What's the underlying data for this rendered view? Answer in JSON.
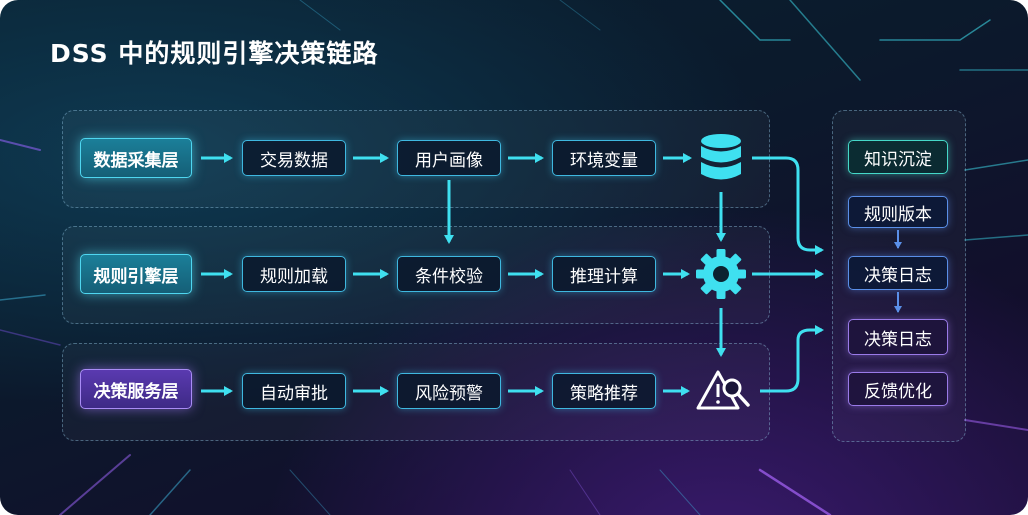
{
  "title": "DSS 中的规则引擎决策链路",
  "layers": [
    {
      "label": "数据采集层",
      "steps": [
        "交易数据",
        "用户画像",
        "环境变量"
      ],
      "end_icon": "database-icon"
    },
    {
      "label": "规则引擎层",
      "steps": [
        "规则加载",
        "条件校验",
        "推理计算"
      ],
      "end_icon": "gear-icon"
    },
    {
      "label": "决策服务层",
      "steps": [
        "自动审批",
        "风险预警",
        "策略推荐"
      ],
      "end_icon": "warning-search-icon"
    }
  ],
  "side_panel": [
    "知识沉淀",
    "规则版本",
    "决策日志",
    "决策日志",
    "反馈优化"
  ],
  "colors": {
    "cyan": "#3fe0f0",
    "purple": "#a98cf5",
    "background": "#0b1a2c"
  }
}
